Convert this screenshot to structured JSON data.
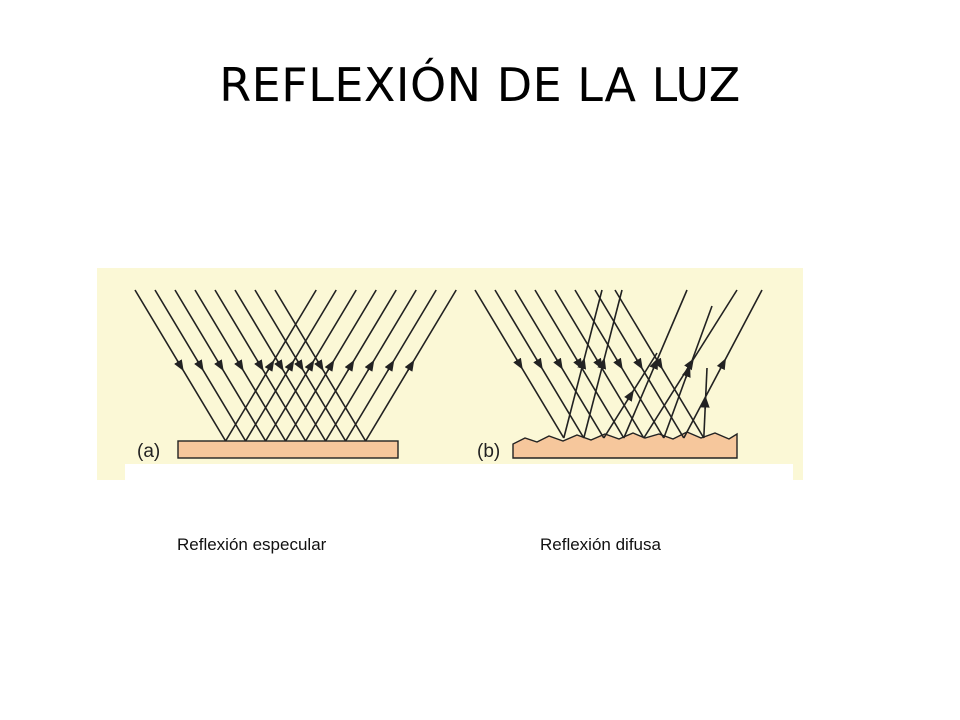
{
  "slide": {
    "title": "REFLEXIÓN DE LA LUZ"
  },
  "figure": {
    "panel_a_label": "(a)",
    "panel_b_label": "(b)",
    "colors": {
      "background": "#fbf8d6",
      "surface": "#f6c79c",
      "surface_edge": "#222222",
      "ray": "#222222"
    }
  },
  "captions": {
    "left": "Reflexión especular",
    "right": "Reflexión difusa"
  }
}
